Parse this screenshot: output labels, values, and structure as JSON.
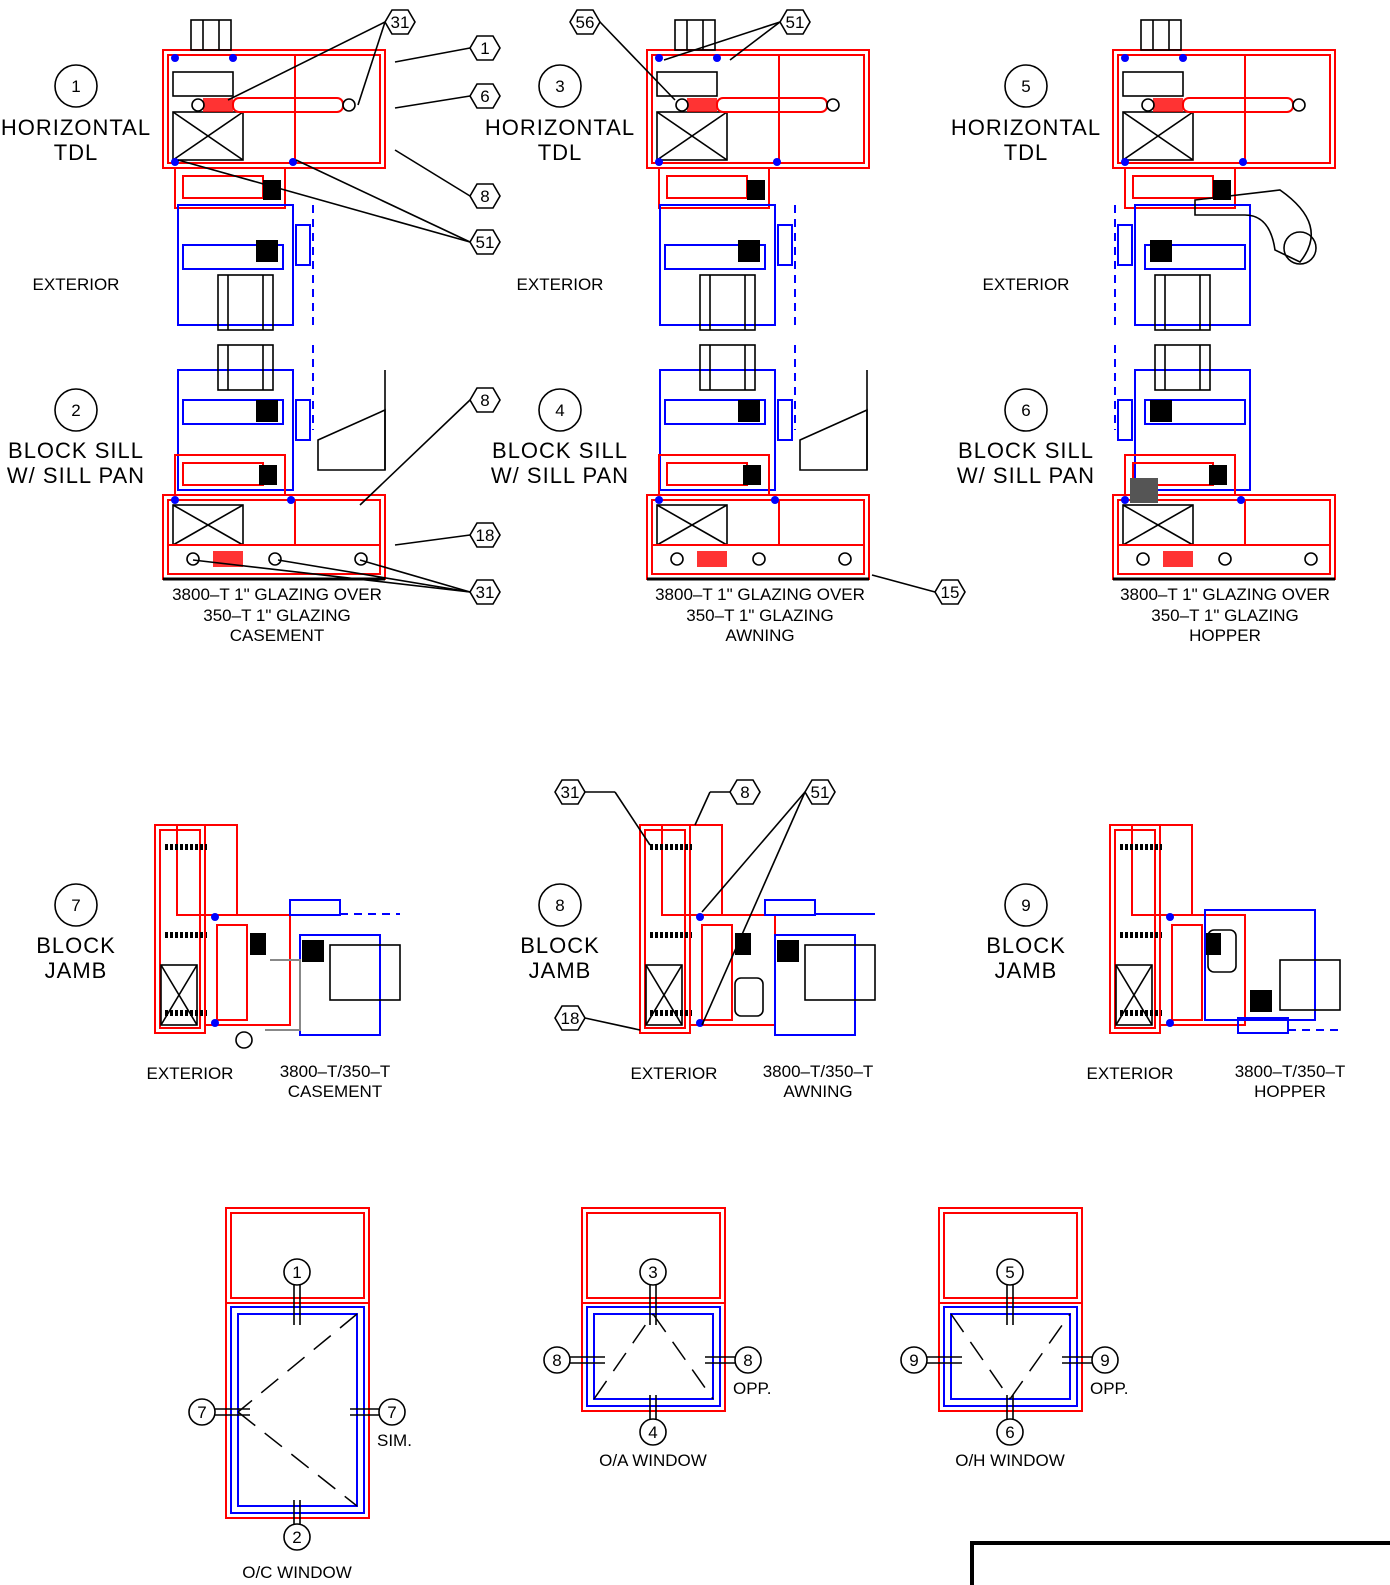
{
  "details": [
    {
      "tag": "1",
      "title_lines": [
        "HORIZONTAL",
        "TDL"
      ],
      "side": "EXTERIOR"
    },
    {
      "tag": "2",
      "title_lines": [
        "BLOCK SILL",
        "W/ SILL PAN"
      ],
      "caption_lines": [
        "3800–T 1\" GLAZING OVER",
        "350–T 1\" GLAZING",
        "CASEMENT"
      ]
    },
    {
      "tag": "3",
      "title_lines": [
        "HORIZONTAL",
        "TDL"
      ],
      "side": "EXTERIOR"
    },
    {
      "tag": "4",
      "title_lines": [
        "BLOCK SILL",
        "W/ SILL PAN"
      ],
      "caption_lines": [
        "3800–T 1\" GLAZING OVER",
        "350–T 1\" GLAZING",
        "AWNING"
      ]
    },
    {
      "tag": "5",
      "title_lines": [
        "HORIZONTAL",
        "TDL"
      ],
      "side": "EXTERIOR"
    },
    {
      "tag": "6",
      "title_lines": [
        "BLOCK SILL",
        "W/ SILL PAN"
      ],
      "caption_lines": [
        "3800–T 1\" GLAZING OVER",
        "350–T 1\" GLAZING",
        "HOPPER"
      ]
    },
    {
      "tag": "7",
      "title_lines": [
        "BLOCK",
        "JAMB"
      ],
      "side": "EXTERIOR",
      "caption_lines": [
        "3800–T/350–T",
        "CASEMENT"
      ]
    },
    {
      "tag": "8",
      "title_lines": [
        "BLOCK",
        "JAMB"
      ],
      "side": "EXTERIOR",
      "caption_lines": [
        "3800–T/350–T",
        "AWNING"
      ]
    },
    {
      "tag": "9",
      "title_lines": [
        "BLOCK",
        "JAMB"
      ],
      "side": "EXTERIOR",
      "caption_lines": [
        "3800–T/350–T",
        "HOPPER"
      ]
    }
  ],
  "callouts": {
    "a": "31",
    "b": "1",
    "c": "6",
    "d": "8",
    "e": "51",
    "f": "8",
    "g": "18",
    "h": "31",
    "i": "56",
    "j": "51",
    "k": "15",
    "l": "31",
    "m": "8",
    "n": "51",
    "o": "18"
  },
  "elevations": [
    {
      "name": "O/C WINDOW",
      "tags": [
        "1",
        "7",
        "7",
        "2"
      ],
      "note": "SIM."
    },
    {
      "name": "O/A WINDOW",
      "tags": [
        "3",
        "8",
        "8",
        "4"
      ],
      "note": "OPP."
    },
    {
      "name": "O/H WINDOW",
      "tags": [
        "5",
        "9",
        "9",
        "6"
      ],
      "note": "OPP."
    }
  ],
  "colors": {
    "frame": "#ff0000",
    "vent": "#0000ff",
    "line": "#000000"
  }
}
